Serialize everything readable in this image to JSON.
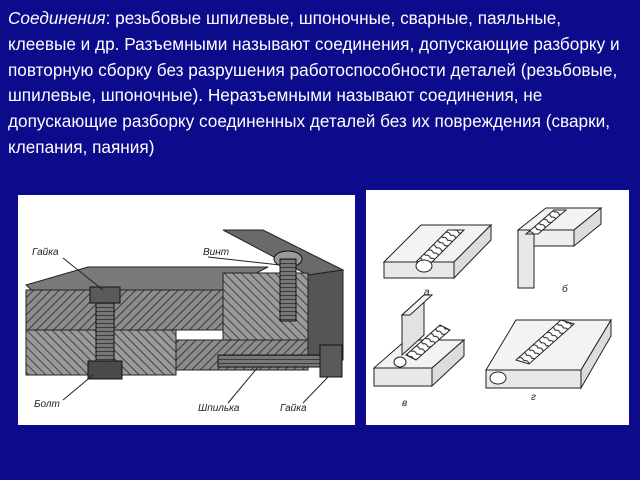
{
  "paragraph": {
    "lead_term": "Соединения",
    "body": ": резьбовые шпилевые, шпоночные, сварные, паяльные, клеевые и др. Разъемными называют соединения, допускающие разборку и повторную сборку без разрушения работоспособности деталей (резьбовые, шпилевые, шпоночные). Неразъемными называют соединения, не допускающие разборку соединенных деталей без их повреждения (сварки, клепания, паяния)"
  },
  "left_figure": {
    "labels": {
      "nut_top": "Гайка",
      "screw": "Винт",
      "bolt": "Болт",
      "stud": "Шпилька",
      "nut_bottom": "Гайка"
    }
  },
  "right_figure": {
    "labels": {
      "a": "а",
      "b": "б",
      "v": "в",
      "g": "г"
    }
  },
  "colors": {
    "background": "#0b0b8c",
    "text": "#ffffff"
  }
}
